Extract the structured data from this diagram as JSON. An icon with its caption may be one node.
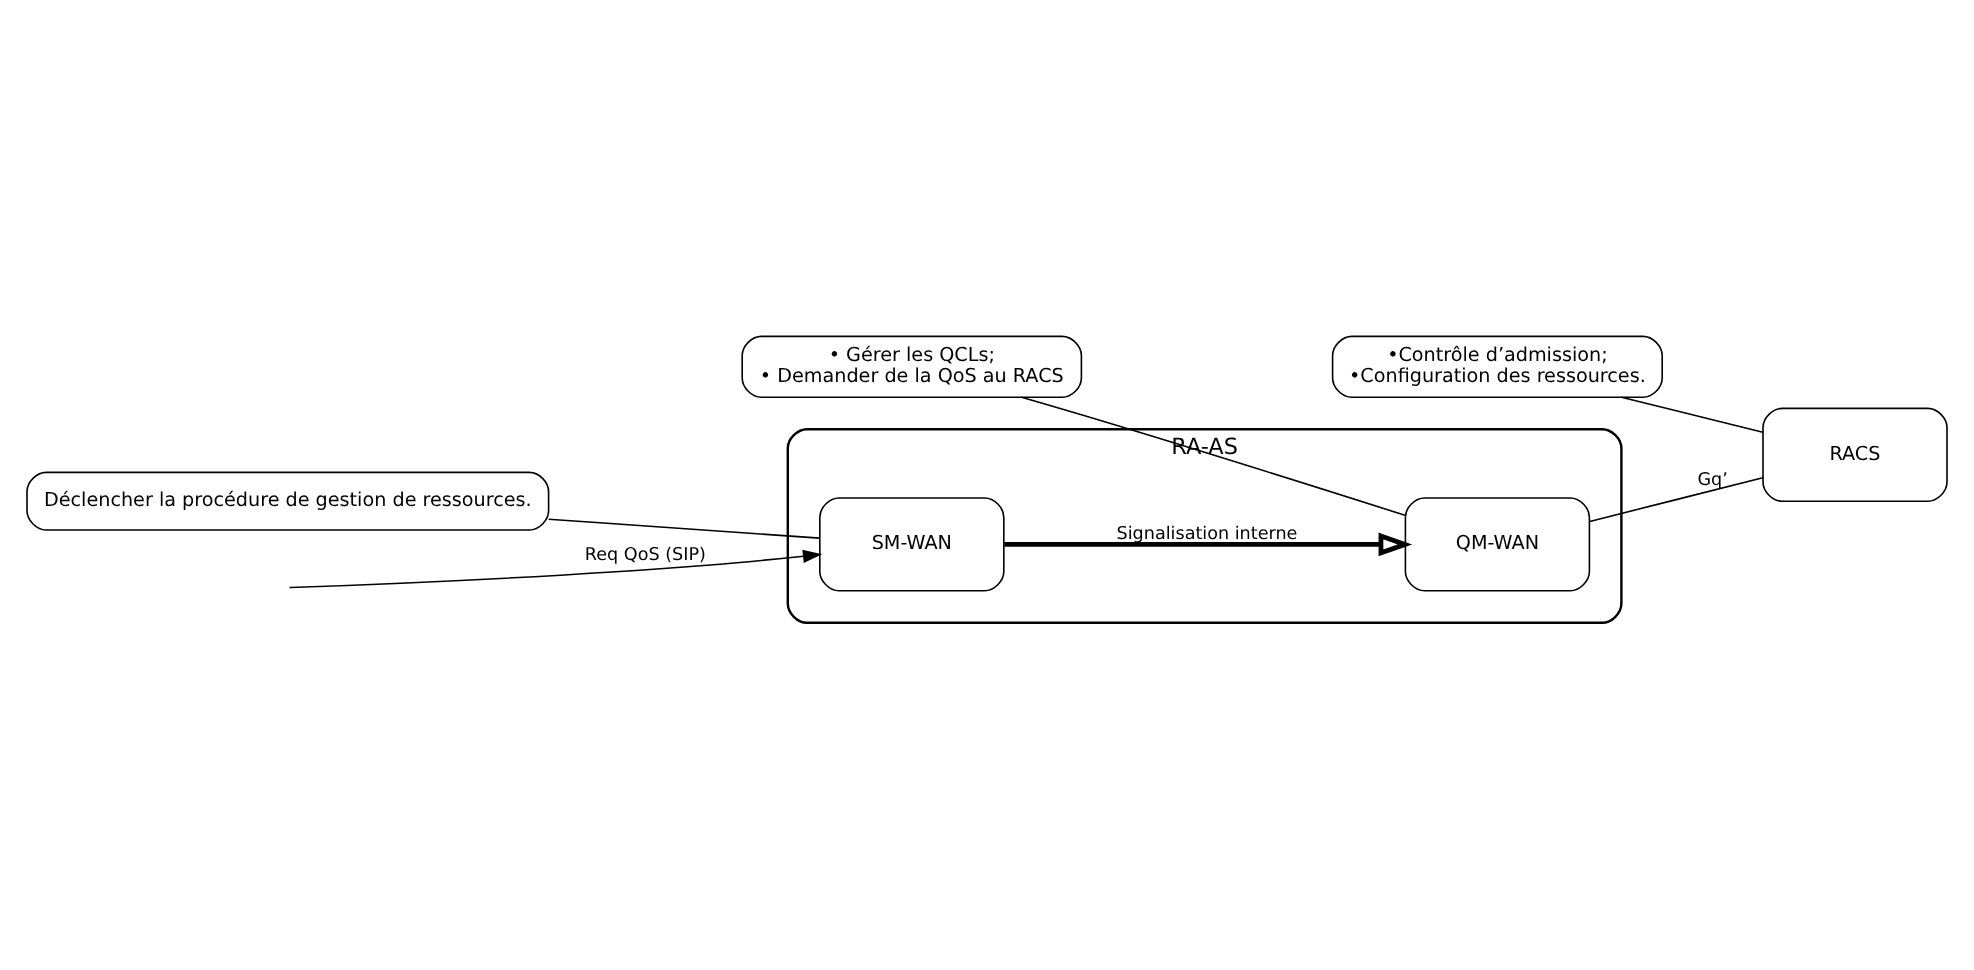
{
  "diagram": {
    "nodes": [
      {
        "text": [
          "RA-AS"
        ]
      },
      {
        "text": [
          "SM-WAN"
        ],
        "in": 0
      },
      {
        "text": [
          "QM-WAN"
        ],
        "in": 0
      },
      {
        "text": [
          "RACS"
        ]
      },
      {
        "text": [
          "Déclencher la procédure de gestion de ressources."
        ]
      },
      {
        "text": [
          "• Gérer les QCLs;",
          "• Demander de la QoS au RACS"
        ]
      },
      {
        "text": [
          "•Contrôle d’admission;",
          "•Configuration des ressources."
        ]
      }
    ],
    "edges": [
      {
        "from": null,
        "to": 1,
        "arrow": "to",
        "label": "Req QoS (SIP)"
      },
      {
        "from": 1,
        "to": 2,
        "arrow": "to",
        "label": "Signalisation interne",
        "style": "thick"
      },
      {
        "from": 2,
        "to": 3,
        "arrow": "none",
        "label": "Gq’"
      },
      {
        "from": 4,
        "to": 1,
        "arrow": "none"
      },
      {
        "from": 5,
        "to": 2,
        "arrow": "none"
      },
      {
        "from": 6,
        "to": 3,
        "arrow": "none"
      }
    ]
  }
}
